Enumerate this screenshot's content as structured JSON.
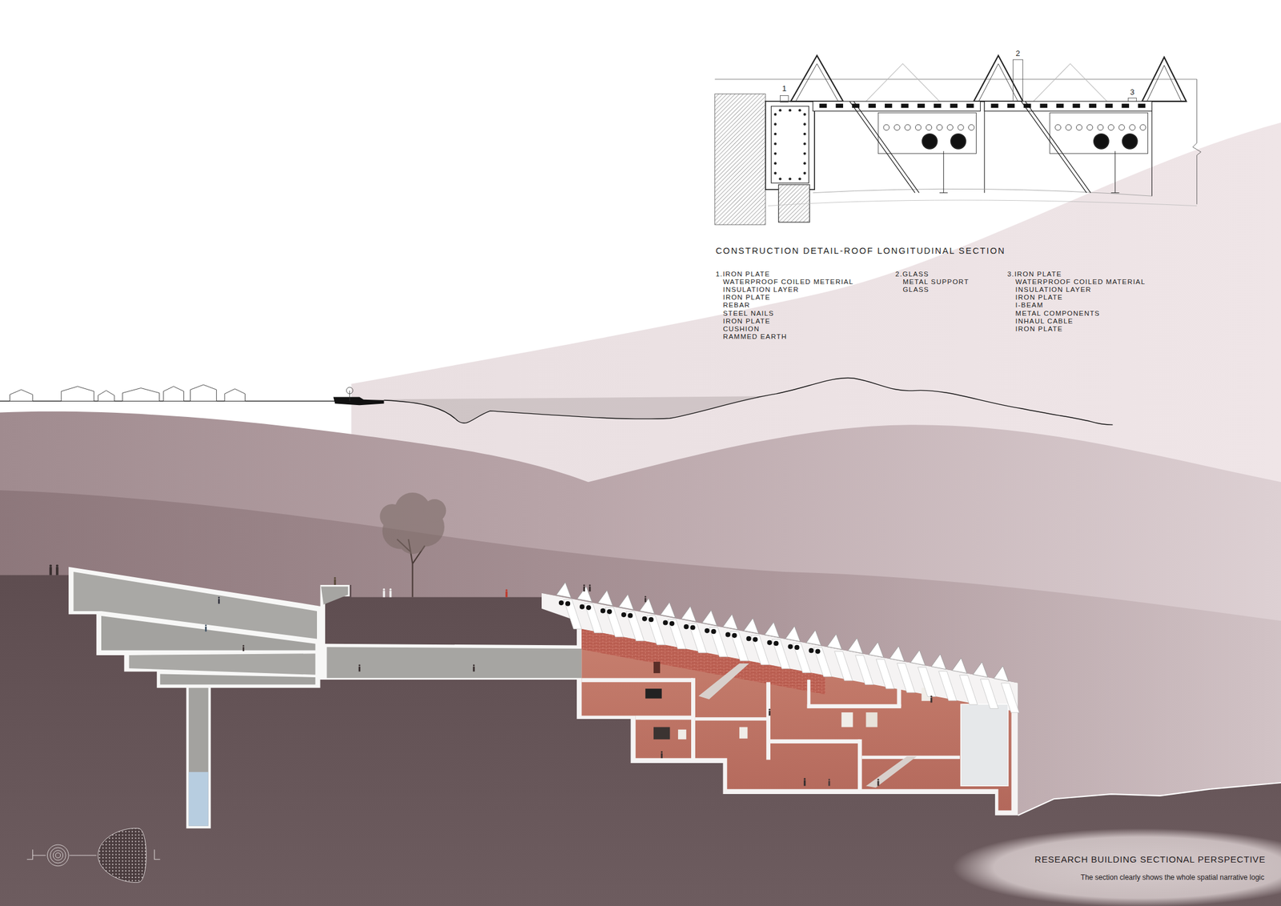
{
  "diagram": {
    "title": "RESEARCH BUILDING SECTIONAL PERSPECTIVE",
    "caption": "The section clearly shows the whole spatial narrative logic",
    "labels": [
      "1",
      "2",
      "3",
      "CONSTRUCTION DETAIL-ROOF LONGITUDINAL SECTION",
      "1.IRON PLATE",
      "WATERPROOF COILED METERIAL",
      "INSULATION LAYER",
      "IRON PLATE",
      "REBAR",
      "STEEL NAILS",
      "IRON PLATE",
      "CUSHION",
      "RAMMED EARTH",
      "2.GLASS",
      "METAL SUPPORT",
      "GLASS",
      "3.IRON PLATE",
      "WATERPROOF COILED MATERIAL",
      "INSULATION LAYER",
      "IRON PLATE",
      "I-BEAM",
      "METAL COMPONENTS",
      "INHAUL CABLE",
      "IRON PLATE"
    ]
  }
}
